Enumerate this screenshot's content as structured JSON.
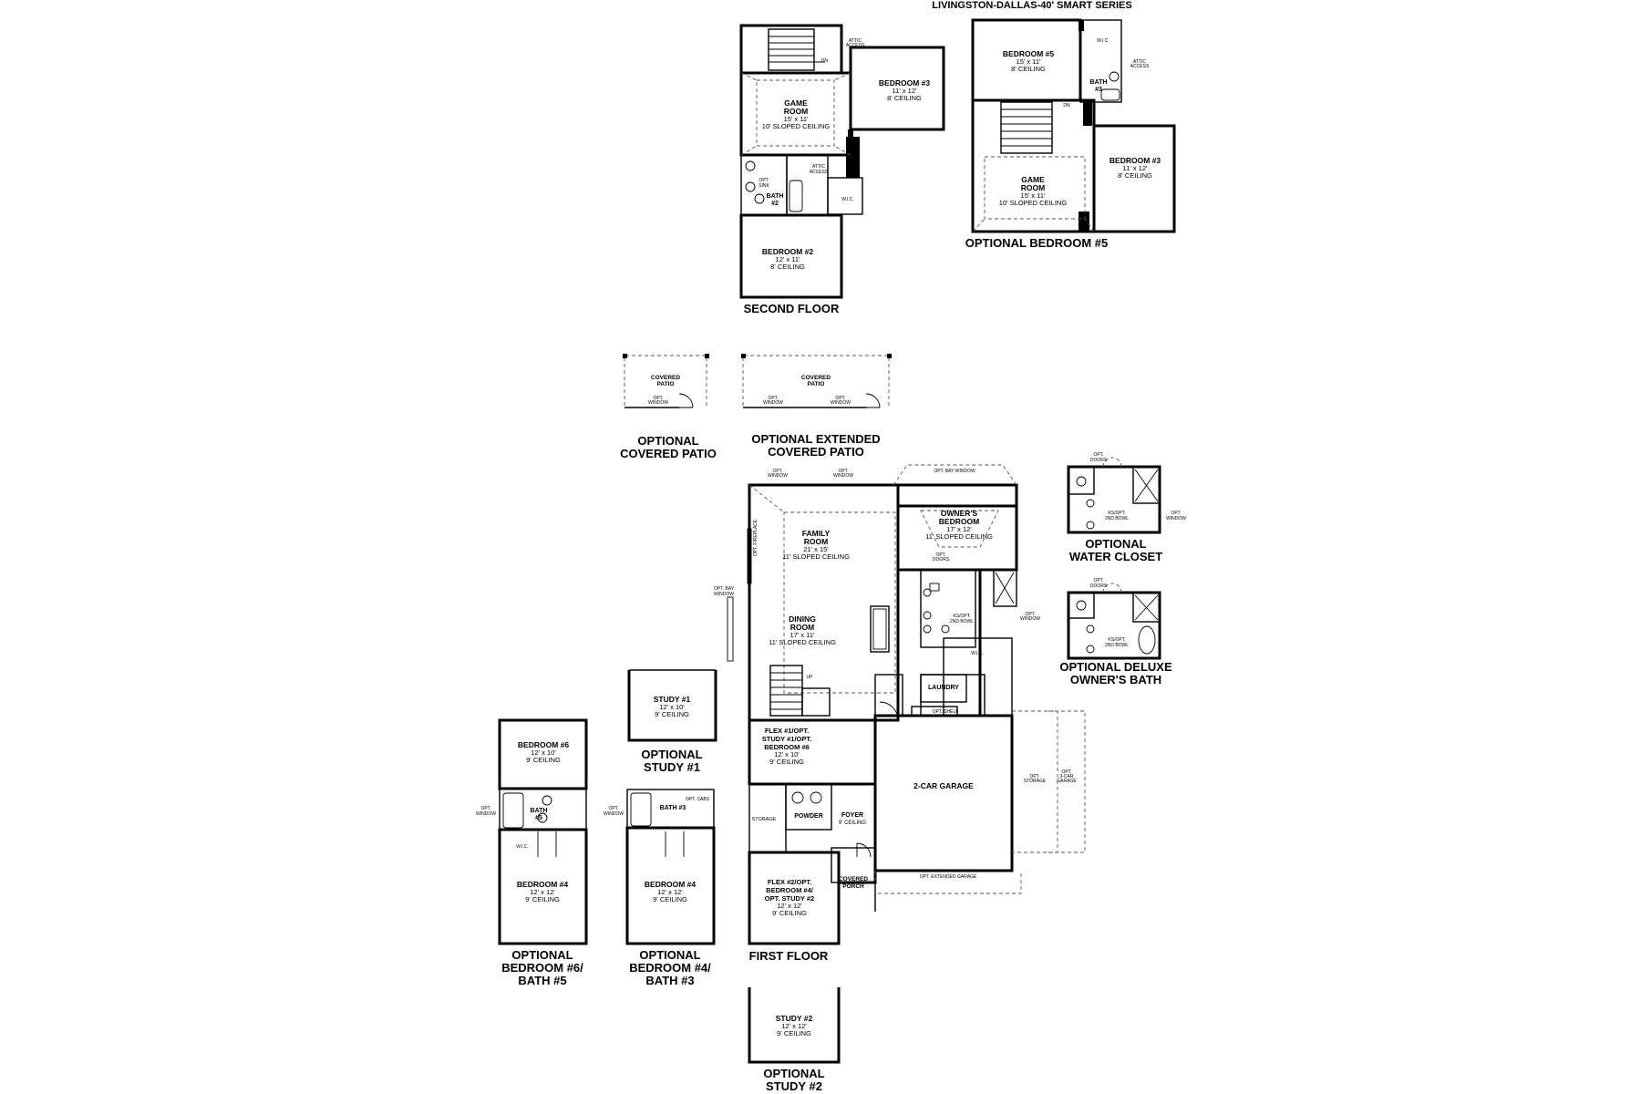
{
  "header": {
    "plan_name": "LIVINGSTON-DALLAS-40' SMART SERIES"
  },
  "sections": {
    "second_floor": "SECOND FLOOR",
    "optional_bedroom5": "OPTIONAL BEDROOM #5",
    "optional_covered_patio": [
      "OPTIONAL",
      "COVERED PATIO"
    ],
    "optional_extended_patio": [
      "OPTIONAL EXTENDED",
      "COVERED PATIO"
    ],
    "optional_water_closet": [
      "OPTIONAL",
      "WATER CLOSET"
    ],
    "optional_deluxe_bath": [
      "OPTIONAL DELUXE",
      "OWNER'S BATH"
    ],
    "optional_study1": [
      "OPTIONAL",
      "STUDY #1"
    ],
    "optional_bed6_bath5": [
      "OPTIONAL",
      "BEDROOM #6/",
      "BATH #5"
    ],
    "optional_bed4_bath3": [
      "OPTIONAL",
      "BEDROOM #4/",
      "BATH #3"
    ],
    "first_floor": "FIRST FLOOR",
    "optional_study2": [
      "OPTIONAL",
      "STUDY #2"
    ]
  },
  "second_floor": {
    "game_room": {
      "name": [
        "GAME",
        "ROOM"
      ],
      "size": "15' x 11'",
      "ceiling": "10' SLOPED CEILING"
    },
    "bedroom3": {
      "name": "BEDROOM #3",
      "size": "11' x 12'",
      "ceiling": "8' CEILING"
    },
    "bedroom2": {
      "name": "BEDROOM #2",
      "size": "12' x 11'",
      "ceiling": "8' CEILING"
    },
    "bath2": [
      "BATH",
      "#2"
    ],
    "opt_sink": [
      "OPT.",
      "SINK"
    ],
    "attic_access": [
      "ATTIC",
      "ACCESS"
    ],
    "wic": "W.I.C.",
    "dn": "DN"
  },
  "opt_bedroom5_plan": {
    "bedroom5": {
      "name": "BEDROOM #5",
      "size": "15' x 11'",
      "ceiling": "8' CEILING"
    },
    "bath3": [
      "BATH",
      "#3"
    ],
    "wic": "W.I.C.",
    "attic_access": [
      "ATTIC",
      "ACCESS"
    ],
    "dn": "DN",
    "game_room": {
      "name": [
        "GAME",
        "ROOM"
      ],
      "size": "15' x 11'",
      "ceiling": "10' SLOPED CEILING"
    },
    "bedroom3": {
      "name": "BEDROOM #3",
      "size": "11' x 12'",
      "ceiling": "8' CEILING"
    }
  },
  "patio": {
    "covered_patio": [
      "COVERED",
      "PATIO"
    ],
    "opt_window": [
      "OPT.",
      "WINDOW"
    ]
  },
  "first_floor": {
    "family_room": {
      "name": [
        "FAMILY",
        "ROOM"
      ],
      "size": "21' x 15'",
      "ceiling": "11' SLOPED CEILING"
    },
    "owners_bedroom": {
      "name": [
        "OWNER'S",
        "BEDROOM"
      ],
      "size": "17' x 12'",
      "ceiling": "11' SLOPED CEILING"
    },
    "dining_room": {
      "name": [
        "DINING",
        "ROOM"
      ],
      "size": "17' x 11'",
      "ceiling": "11' SLOPED CEILING"
    },
    "flex1": {
      "name": [
        "FLEX #1/OPT.",
        "STUDY #1/OPT.",
        "BEDROOM #6"
      ],
      "size": "12' x 10'",
      "ceiling": "9' CEILING"
    },
    "garage": "2-CAR GARAGE",
    "storage": "STORAGE",
    "powder": "POWDER",
    "foyer": {
      "name": "FOYER",
      "ceiling": "9' CEILING"
    },
    "covered_porch": [
      "COVERED",
      "PORCH"
    ],
    "flex2": {
      "name": [
        "FLEX #2/OPT.",
        "BEDROOM #4/",
        "OPT. STUDY #2"
      ],
      "size": "12' x 12'",
      "ceiling": "9' CEILING"
    },
    "laundry": "LAUNDRY",
    "wic": "W.I.C.",
    "opt_window": [
      "OPT.",
      "WINDOW"
    ],
    "opt_bay_window": "OPT. BAY WINDOW",
    "opt_bay_window_side": [
      "OPT. BAY",
      "WINDOW"
    ],
    "opt_fireplace": "OPT. FIREPLACE",
    "opt_doors": [
      "OPT.",
      "DOORS"
    ],
    "ks_2nd_bowl": [
      "KS/OPT.",
      "2ND BOWL"
    ],
    "opt_shelf": "OPT. SHELF",
    "up": "UP",
    "opt_storage": [
      "OPT.",
      "STORAGE"
    ],
    "opt_3car": [
      "OPT.",
      "3-CAR",
      "GARAGE"
    ],
    "opt_extended_garage": "OPT. EXTENDED GARAGE"
  },
  "water_closet": {
    "opt_doors": [
      "OPT.",
      "DOORS"
    ],
    "ks_2nd_bowl": [
      "KS/OPT.",
      "2ND BOWL"
    ],
    "opt_window": [
      "OPT.",
      "WINDOW"
    ]
  },
  "deluxe_bath": {
    "opt_doors": [
      "OPT.",
      "DOORS"
    ],
    "ks_2nd_bowl": [
      "KS/OPT.",
      "2ND BOWL"
    ]
  },
  "study1": {
    "name": "STUDY #1",
    "size": "12' x 10'",
    "ceiling": "9' CEILING"
  },
  "bed6_plan": {
    "bedroom6": {
      "name": "BEDROOM #6",
      "size": "12' x 10'",
      "ceiling": "9' CEILING"
    },
    "bath5": [
      "BATH",
      "#5"
    ],
    "wic": "W.I.C.",
    "opt_window": [
      "OPT.",
      "WINDOW"
    ],
    "bedroom4": {
      "name": "BEDROOM #4",
      "size": "12' x 12'",
      "ceiling": "9' CEILING"
    }
  },
  "bed4_plan": {
    "bath3": "BATH #3",
    "opt_cabs": "OPT. CABS",
    "opt_window": [
      "OPT.",
      "WINDOW"
    ],
    "bedroom4": {
      "name": "BEDROOM #4",
      "size": "12' x 12'",
      "ceiling": "9' CEILING"
    }
  },
  "study2": {
    "name": "STUDY #2",
    "size": "12' x 12'",
    "ceiling": "9' CEILING"
  }
}
